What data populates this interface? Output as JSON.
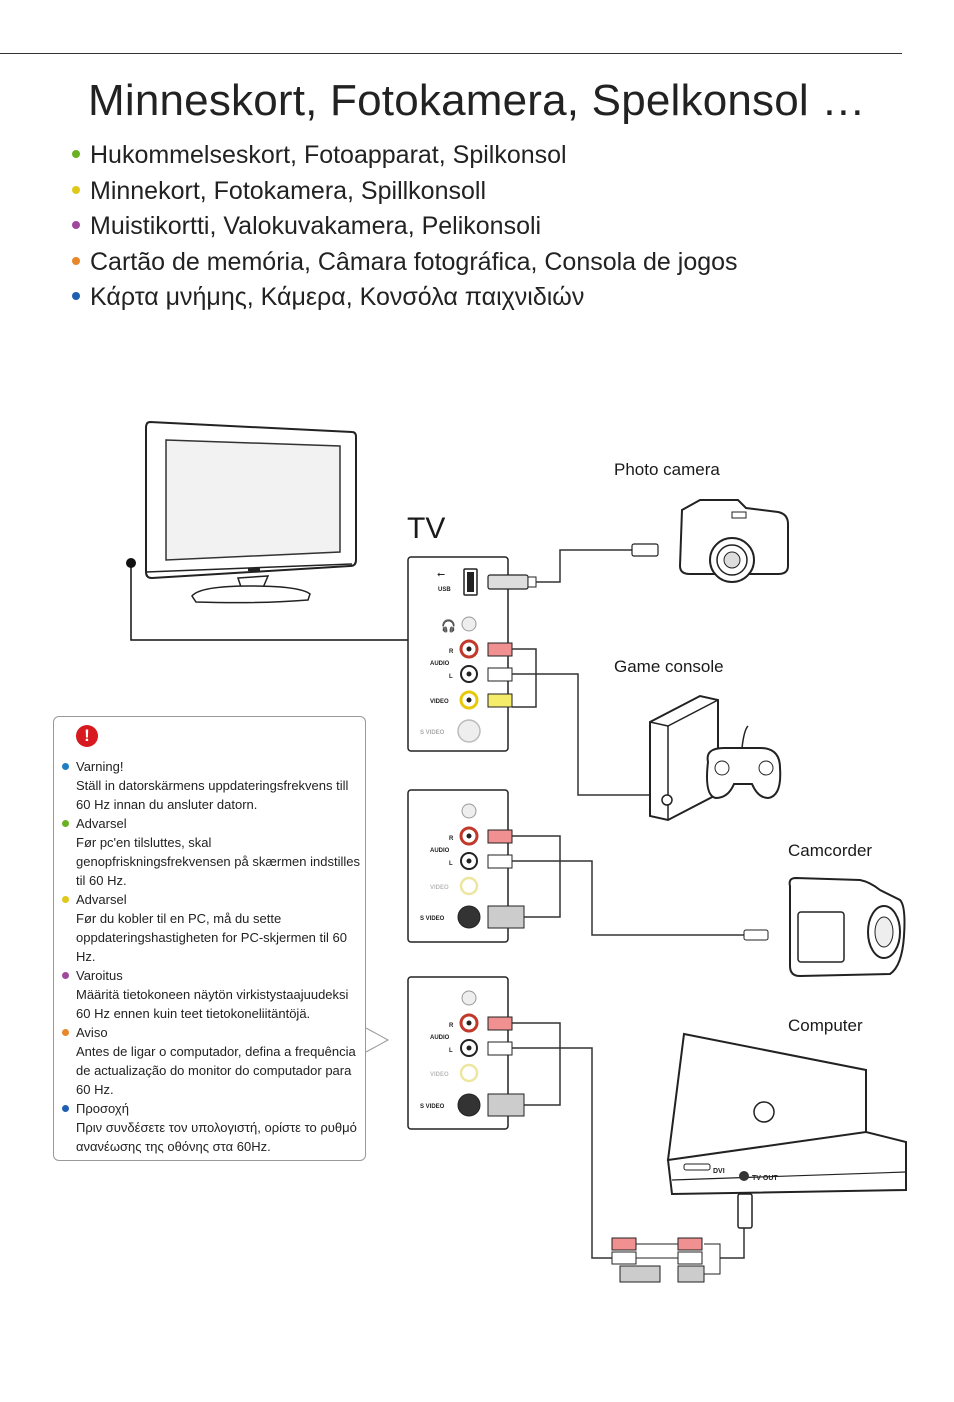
{
  "title": "Minneskort, Fotokamera, Spelkonsol …",
  "subtitles": [
    {
      "text": "Hukommelseskort, Fotoapparat, Spilkonsol",
      "color": "#6ab023"
    },
    {
      "text": "Minnekort, Fotokamera, Spillkonsoll",
      "color": "#e0c81a"
    },
    {
      "text": "Muistikortti, Valokuvakamera, Pelikonsoli",
      "color": "#a0489c"
    },
    {
      "text": "Cartão de memória, Câmara fotográfica, Consola de jogos",
      "color": "#e8862a"
    },
    {
      "text": "Κάρτα μνήμης, Κάμερα, Κονσόλα παιχνιδιών",
      "color": "#1f5fb0"
    }
  ],
  "diagram": {
    "tv_label": "TV",
    "devices": {
      "photo_camera": "Photo camera",
      "game_console": "Game console",
      "camcorder": "Camcorder",
      "computer": "Computer"
    },
    "port_labels": {
      "usb": "USB",
      "r": "R",
      "audio": "AUDIO",
      "l": "L",
      "video": "VIDEO",
      "s_video": "S VIDEO",
      "dvi": "DVI",
      "tv_out": "TV OUT"
    }
  },
  "warning": {
    "icon": "exclamation-icon",
    "icon_text": "!",
    "items": [
      {
        "heading": "Varning!",
        "body": "Ställ in datorskärmens uppdateringsfrekvens till 60 Hz innan du ansluter datorn.",
        "color": "#1f7fc0"
      },
      {
        "heading": "Advarsel",
        "body": "Før pc'en tilsluttes, skal genopfriskningsfrekvensen på skærmen indstilles til 60 Hz.",
        "color": "#6ab023"
      },
      {
        "heading": "Advarsel",
        "body": "Før du kobler til en PC, må du sette oppdateringshastigheten for PC-skjermen til 60 Hz.",
        "color": "#e0c81a"
      },
      {
        "heading": "Varoitus",
        "body": "Määritä tietokoneen näytön virkistystaajuudeksi 60 Hz ennen kuin teet tietokoneliitäntöjä.",
        "color": "#a0489c"
      },
      {
        "heading": "Aviso",
        "body": "Antes de ligar o computador, defina a frequência de actualização do monitor do computador para 60 Hz.",
        "color": "#e8862a"
      },
      {
        "heading": "Προσοχή",
        "body": "Πριν συνδέσετε τον υπολογιστή, ορίστε το ρυθμό ανανέωσης της οθόνης στα 60Hz.",
        "color": "#1f5fb0"
      }
    ]
  }
}
